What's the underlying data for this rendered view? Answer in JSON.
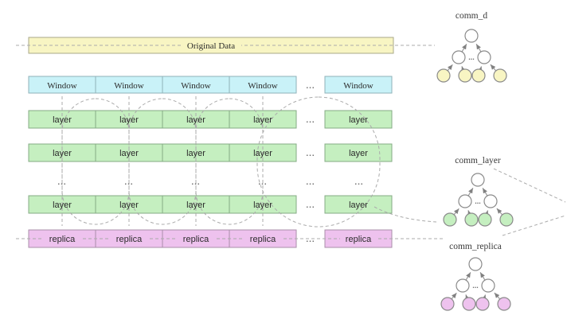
{
  "diagram": {
    "original_data": {
      "label": "Original Data"
    },
    "window_row": {
      "label": "Window",
      "visible_count": 4,
      "ellipsis": "..."
    },
    "layer_rows": {
      "label": "layer",
      "visible_rows": 3,
      "ellipsis": "..."
    },
    "replica_row": {
      "label": "replica",
      "ellipsis": "..."
    },
    "vertical_ellipsis": "...",
    "trees": [
      {
        "name": "comm_d",
        "leaf_color": "#f8f5c3"
      },
      {
        "name": "comm_layer",
        "leaf_color": "#c5efc0"
      },
      {
        "name": "comm_replica",
        "leaf_color": "#eec2ee"
      }
    ],
    "colors": {
      "original_data_fill": "#f8f5c3",
      "original_data_stroke": "#a8a88a",
      "window_fill": "#c9f2f8",
      "window_stroke": "#8fb2b8",
      "layer_fill": "#c5efc0",
      "layer_stroke": "#85ab85",
      "replica_fill": "#eec2ee",
      "replica_stroke": "#a98fa9",
      "dashed_line": "#ababab",
      "node_fill": "#ffffff",
      "node_stroke": "#8a8a8a",
      "arrow": "#808080",
      "text": "#2b2b2b"
    }
  }
}
